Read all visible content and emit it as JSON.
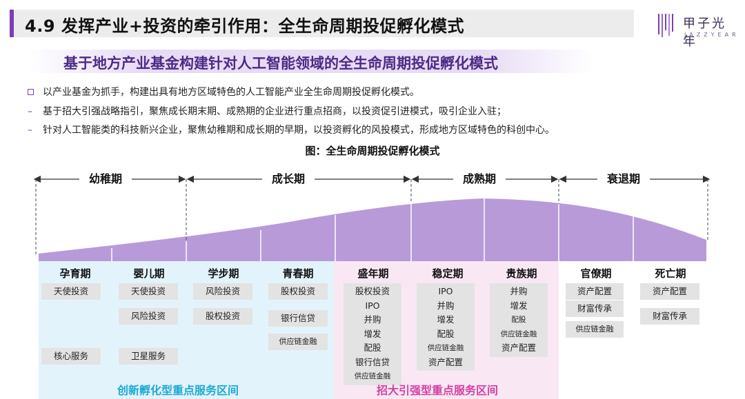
{
  "header": {
    "title": "4.9 发挥产业+投资的牵引作用：全生命周期投促孵化模式",
    "logo_cn": "甲子光年",
    "logo_en": "JAZZYEAR"
  },
  "subtitle": "基于地方产业基金构建针对人工智能领域的全生命周期投促孵化模式",
  "bullets": [
    {
      "marker": "□",
      "text": "以产业基金为抓手，构建出具有地方区域特色的人工智能产业全生命周期投促孵化模式。"
    },
    {
      "marker": "–",
      "text": "基于招大引强战略指引，聚焦成长期末期、成熟期的企业进行重点招商，以投资促引进模式，吸引企业入驻；"
    },
    {
      "marker": "–",
      "text": "针对人工智能类的科技新兴企业，聚焦幼稚期和成长期的早期，以投资孵化的风投模式，形成地方区域特色的科创中心。"
    }
  ],
  "figure_title": "图：全生命周期投促孵化模式",
  "stages": [
    "幼稚期",
    "成长期",
    "成熟期",
    "衰退期"
  ],
  "columns": [
    {
      "title": "孕育期",
      "items": [
        "天使投资",
        "核心服务"
      ]
    },
    {
      "title": "婴儿期",
      "items": [
        "天使投资",
        "风险投资",
        "卫星服务"
      ]
    },
    {
      "title": "学步期",
      "items": [
        "风险投资",
        "股权投资"
      ]
    },
    {
      "title": "青春期",
      "items": [
        "股权投资",
        "银行信贷",
        "供应链金融"
      ]
    },
    {
      "title": "盛年期",
      "items": [
        "股权投资",
        "IPO",
        "并购",
        "增发",
        "配股",
        "银行信贷",
        "供应链金融"
      ]
    },
    {
      "title": "稳定期",
      "items": [
        "IPO",
        "并购",
        "增发",
        "配股",
        "供应链金融",
        "资产配置"
      ]
    },
    {
      "title": "贵族期",
      "items": [
        "并购",
        "增发",
        "配股",
        "供应链金融",
        "资产配置"
      ]
    },
    {
      "title": "官僚期",
      "items": [
        "资产配置",
        "财富传承",
        "供应链金融"
      ]
    },
    {
      "title": "死亡期",
      "items": [
        "资产配置",
        "财富传承"
      ]
    }
  ],
  "zones": [
    "创新孵化型重点服务区间",
    "招大引强型重点服务区间"
  ],
  "colors": {
    "accent": "#7a3fb8",
    "curve_fill": "#b89ad9",
    "cyan_zone": "#1aa9d6",
    "pink_zone": "#d53fa2"
  }
}
